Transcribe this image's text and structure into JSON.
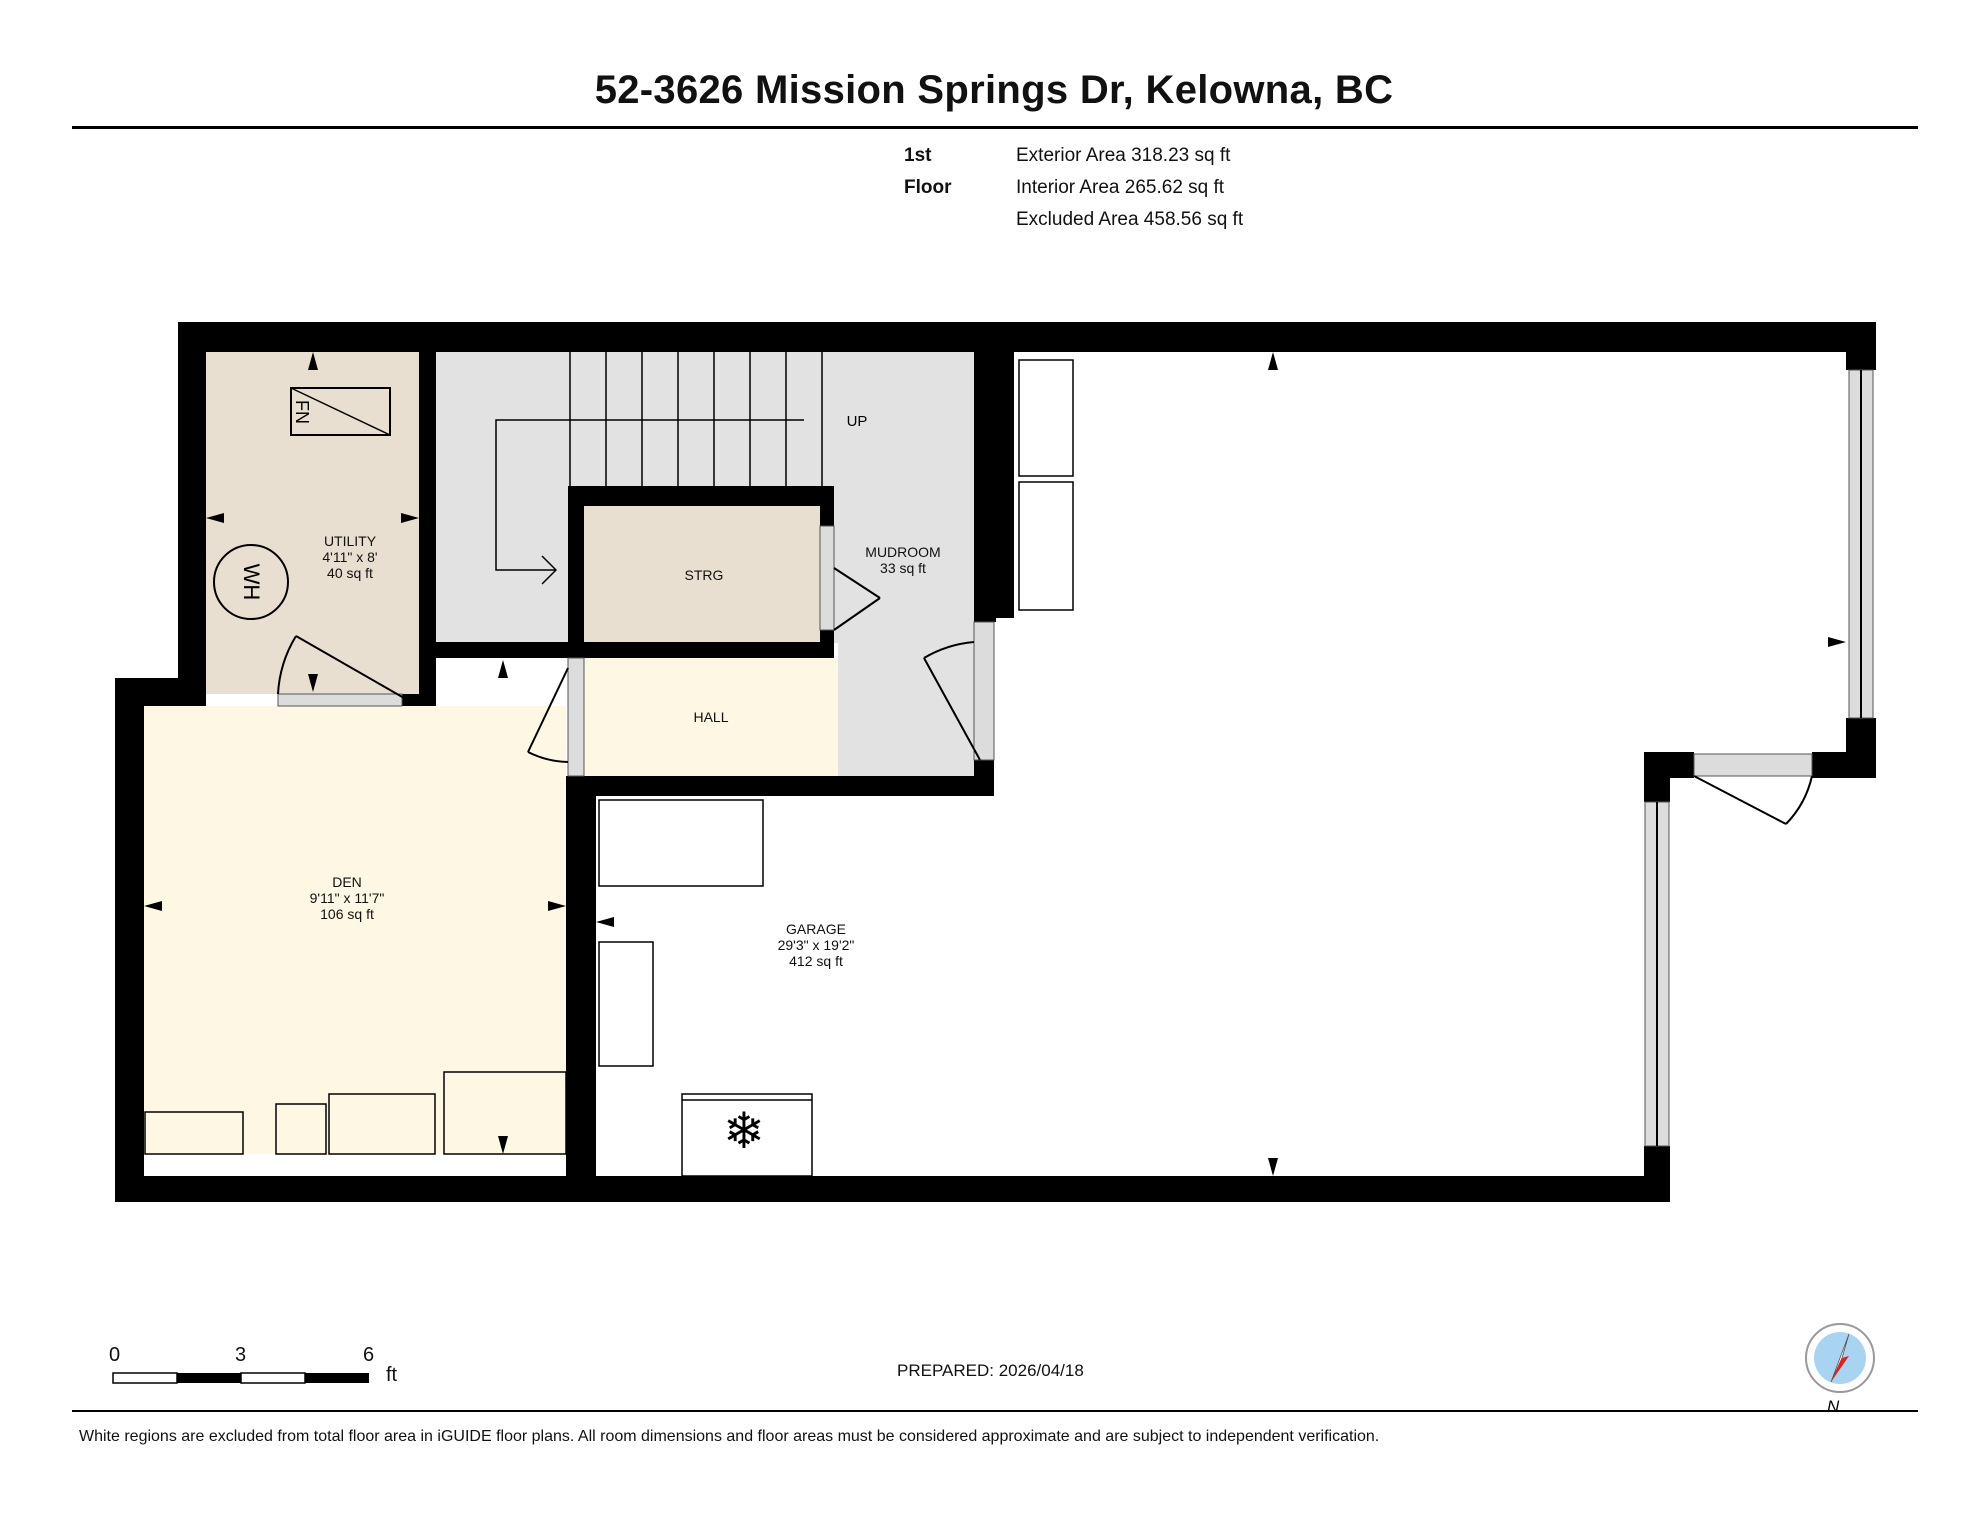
{
  "header": {
    "title": "52-3626 Mission Springs Dr, Kelowna, BC"
  },
  "floor_info": {
    "floor_name": "1st Floor",
    "exterior_area": "Exterior Area 318.23 sq ft",
    "interior_area": "Interior Area 265.62 sq ft",
    "excluded_area": "Excluded Area 458.56 sq ft"
  },
  "rooms": {
    "utility": {
      "name": "UTILITY",
      "dims": "4'11\" x 8'",
      "area": "40 sq ft"
    },
    "strg": {
      "name": "STRG"
    },
    "mudroom": {
      "name": "MUDROOM",
      "area": "33 sq ft"
    },
    "hall": {
      "name": "HALL"
    },
    "den": {
      "name": "DEN",
      "dims": "9'11\" x 11'7\"",
      "area": "106 sq ft"
    },
    "garage": {
      "name": "GARAGE",
      "dims": "29'3\" x 19'2\"",
      "area": "412 sq ft"
    }
  },
  "fixtures": {
    "stairs_label": "UP",
    "furnace_label": "FN",
    "water_heater_label": "WH"
  },
  "scale": {
    "labels": [
      "0",
      "3",
      "6"
    ],
    "unit": "ft"
  },
  "compass": {
    "label": "N"
  },
  "footer": {
    "prepared": "PREPARED: 2026/04/18",
    "disclaimer": "White regions are excluded from total floor area in iGUIDE floor plans. All room dimensions and floor areas must be considered approximate and are subject to independent verification."
  },
  "colors": {
    "utility_fill": "#e8dfd0",
    "storage_fill": "#e8dfd0",
    "den_fill": "#fdf7e3",
    "hall_fill": "#fdf7e3",
    "stair_fill": "#e2e2e2",
    "wall": "#000000",
    "compass_blue": "#a8d4f2",
    "compass_red": "#e0201c"
  }
}
